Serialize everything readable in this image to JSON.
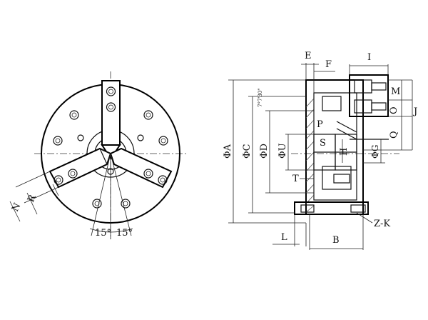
{
  "front_view": {
    "angles": [
      "15°",
      "15°"
    ],
    "labels": {
      "R": "R",
      "N": "N"
    }
  },
  "side_view": {
    "dimensions": {
      "A": "ΦA",
      "C": "ΦC",
      "D": "ΦD",
      "U": "ΦU",
      "G": "ΦG",
      "E": "E",
      "F": "F",
      "I": "I",
      "M": "M",
      "O": "O",
      "Q": "Q",
      "J": "J",
      "P": "P",
      "S": "S",
      "H": "H",
      "T": "T",
      "L": "L",
      "B": "B",
      "ZK": "Z-K"
    },
    "angle_note": "7°7'30\""
  }
}
